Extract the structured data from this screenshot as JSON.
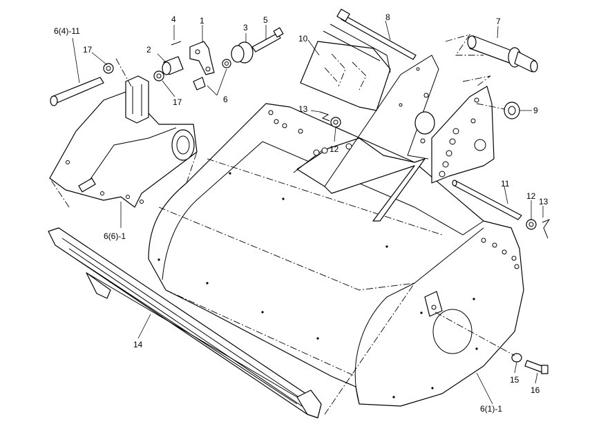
{
  "callouts": {
    "c1": "1",
    "c2": "2",
    "c3": "3",
    "c4": "4",
    "c5": "5",
    "c6": "6",
    "c7": "7",
    "c8": "8",
    "c9": "9",
    "c10": "10",
    "c11": "11",
    "c12a": "12",
    "c12b": "12",
    "c13a": "13",
    "c13b": "13",
    "c14": "14",
    "c15": "15",
    "c16": "16",
    "c17a": "17",
    "c17b": "17",
    "c6_4_11": "6(4)-11",
    "c6_6_1": "6(6)-1",
    "c6_1_1": "6(1)-1"
  }
}
